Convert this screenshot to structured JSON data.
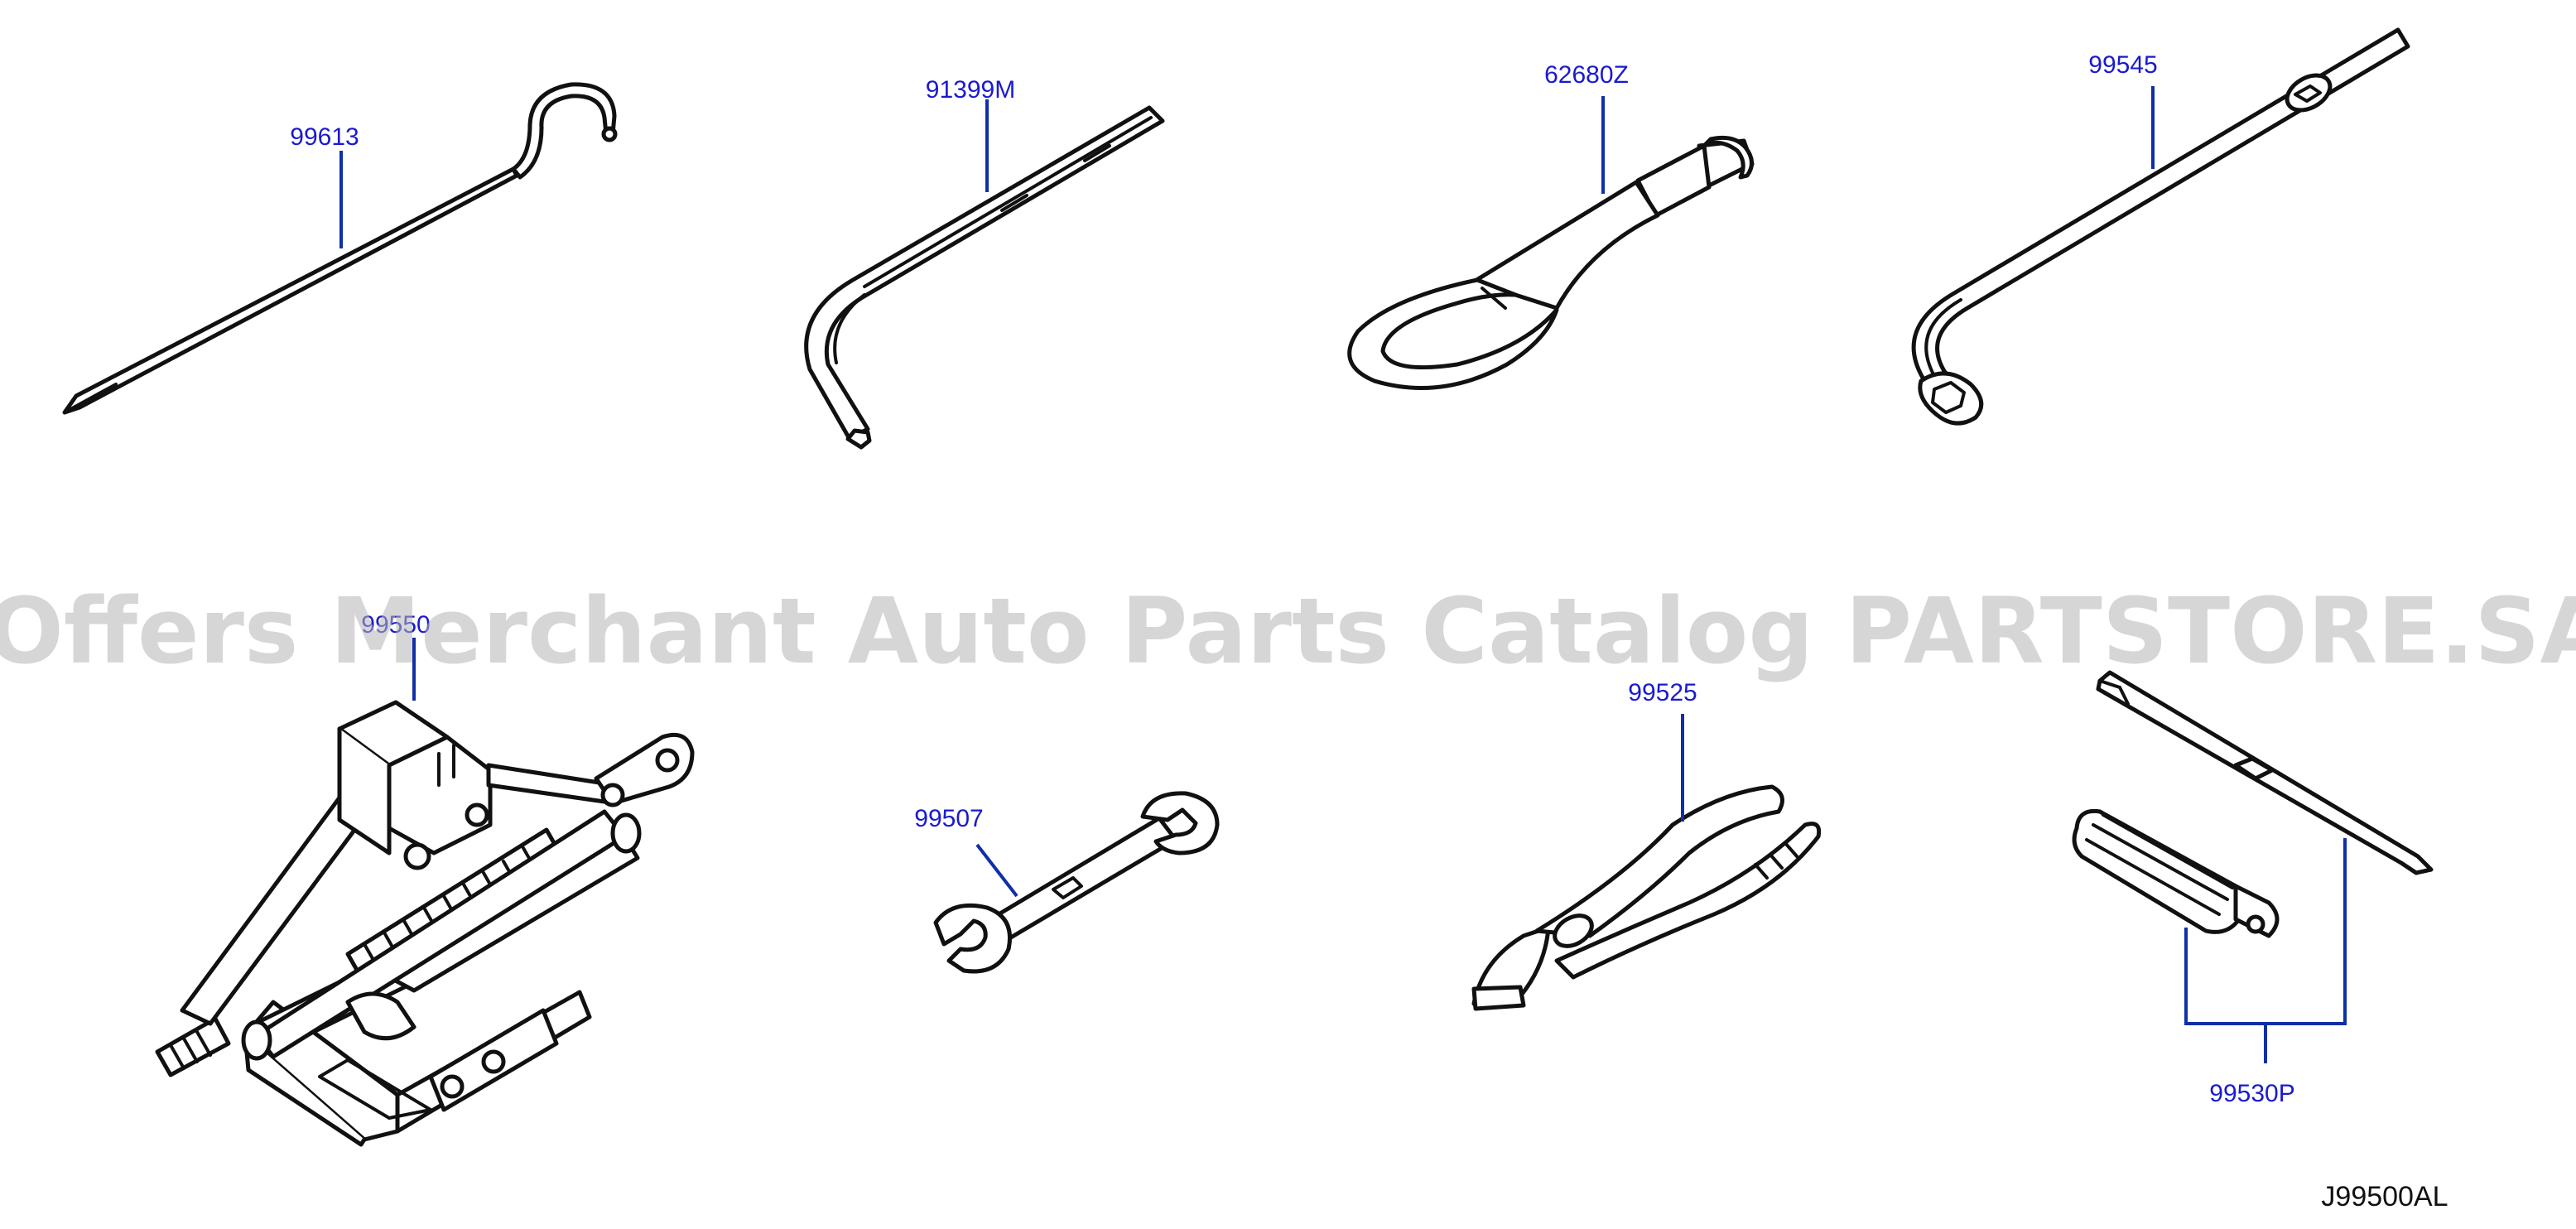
{
  "diagram_code": "J99500AL",
  "watermark": "Offers Merchant Auto Parts Catalog PARTSTORE.SA",
  "colors": {
    "label": "#1a1ad0",
    "leader": "#0f2fa8",
    "line": "#111111",
    "watermark": "#b4b4b4"
  },
  "parts": [
    {
      "name": "jack-handle-rod",
      "label": "99613"
    },
    {
      "name": "hex-key-wrench",
      "label": "91399M"
    },
    {
      "name": "tow-hook",
      "label": "62680Z"
    },
    {
      "name": "wheel-nut-wrench",
      "label": "99545"
    },
    {
      "name": "scissor-jack",
      "label": "99550"
    },
    {
      "name": "open-end-spanner",
      "label": "99507"
    },
    {
      "name": "pliers",
      "label": "99525"
    },
    {
      "name": "screwdriver-set",
      "label": "99530P"
    }
  ]
}
